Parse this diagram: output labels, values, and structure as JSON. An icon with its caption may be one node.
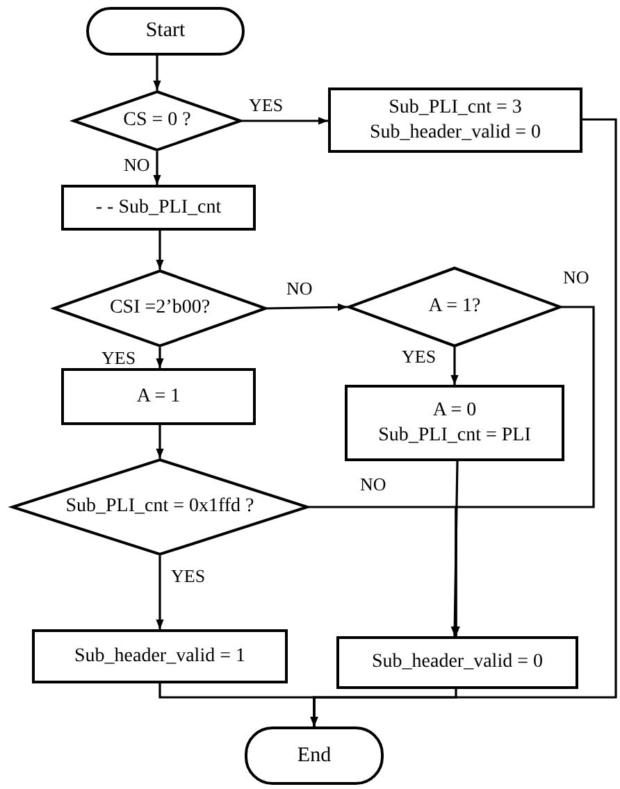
{
  "diagram": {
    "nodes": [
      {
        "text": [
          "Start"
        ]
      },
      {
        "text": [
          "CS = 0 ?"
        ]
      },
      {
        "text": [
          "Sub_PLI_cnt = 3",
          "Sub_header_valid = 0"
        ]
      },
      {
        "text": [
          "- - Sub_PLI_cnt"
        ]
      },
      {
        "text": [
          "CSI =2’b00?"
        ]
      },
      {
        "text": [
          "A = 1?"
        ]
      },
      {
        "text": [
          "A = 1"
        ]
      },
      {
        "text": [
          "A = 0",
          "Sub_PLI_cnt = PLI"
        ]
      },
      {
        "text": [
          "Sub_PLI_cnt = 0x1ffd ?"
        ]
      },
      {
        "text": [
          "Sub_header_valid = 1"
        ]
      },
      {
        "text": [
          "Sub_header_valid = 0"
        ]
      },
      {
        "text": [
          "End"
        ]
      }
    ],
    "edges": [
      {
        "from": 0,
        "to": 1,
        "arrow": "to"
      },
      {
        "from": 1,
        "to": 2,
        "arrow": "to",
        "label": "YES"
      },
      {
        "from": 1,
        "to": 3,
        "arrow": "to",
        "label": "NO"
      },
      {
        "from": 3,
        "to": 4,
        "arrow": "to"
      },
      {
        "from": 4,
        "to": 5,
        "arrow": "to",
        "label": "NO"
      },
      {
        "from": 4,
        "to": 6,
        "arrow": "to",
        "label": "YES"
      },
      {
        "from": 5,
        "to": 7,
        "arrow": "to",
        "label": "YES"
      },
      {
        "from": 5,
        "to": 10,
        "arrow": "to",
        "label": "NO"
      },
      {
        "from": 6,
        "to": 8,
        "arrow": "to"
      },
      {
        "from": 8,
        "to": 10,
        "arrow": "to",
        "label": "NO"
      },
      {
        "from": 7,
        "to": 10,
        "arrow": "to"
      },
      {
        "from": 8,
        "to": 9,
        "arrow": "to",
        "label": "YES"
      },
      {
        "from": 9,
        "to": 11,
        "arrow": "to"
      },
      {
        "from": 10,
        "to": 11,
        "arrow": "to"
      },
      {
        "from": 2,
        "to": 11,
        "arrow": "to"
      }
    ]
  }
}
